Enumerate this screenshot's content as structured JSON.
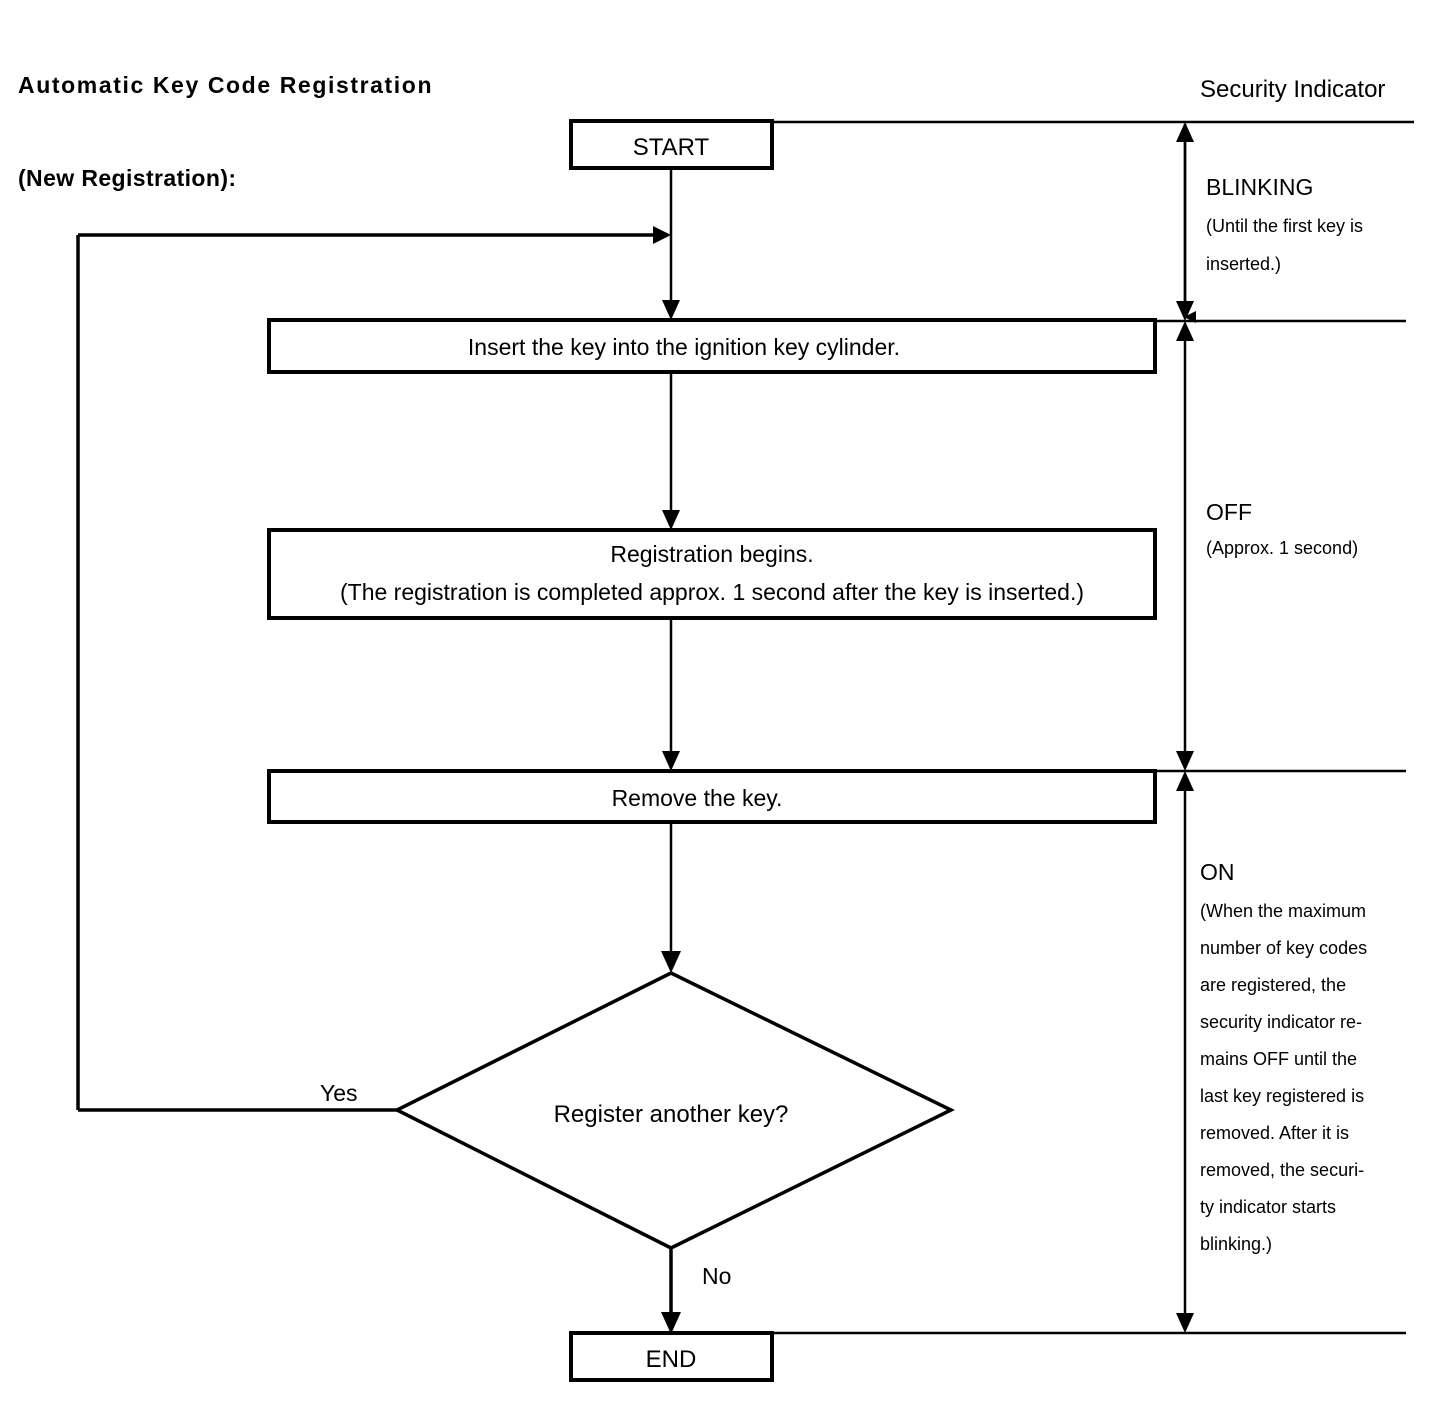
{
  "title": {
    "line1": "Automatic Key Code Registration",
    "line2": "(New Registration):"
  },
  "flowchart": {
    "nodes": {
      "start": "START",
      "insert_key": "Insert the key into the ignition key cylinder.",
      "registration_line1": "Registration begins.",
      "registration_line2": "(The registration is completed approx. 1 second after the key is inserted.)",
      "remove_key": "Remove the key.",
      "decision": "Register another key?",
      "end": "END"
    },
    "branches": {
      "yes": "Yes",
      "no": "No"
    }
  },
  "security_indicator": {
    "title": "Security Indicator",
    "phases": [
      {
        "state": "BLINKING",
        "note_lines": [
          "(Until the first key is",
          "inserted.)"
        ]
      },
      {
        "state": "OFF",
        "note_lines": [
          "(Approx. 1 second)"
        ]
      },
      {
        "state": "ON",
        "note_lines": [
          "(When the maximum",
          "number of key codes",
          "are   registered,   the",
          "security indicator re-",
          "mains  OFF  until  the",
          "last key registered is",
          "removed.  After  it  is",
          "removed, the securi-",
          "ty   indicator   starts",
          "blinking.)"
        ]
      }
    ]
  },
  "colors": {
    "ink": "#000000",
    "paper": "#ffffff"
  }
}
